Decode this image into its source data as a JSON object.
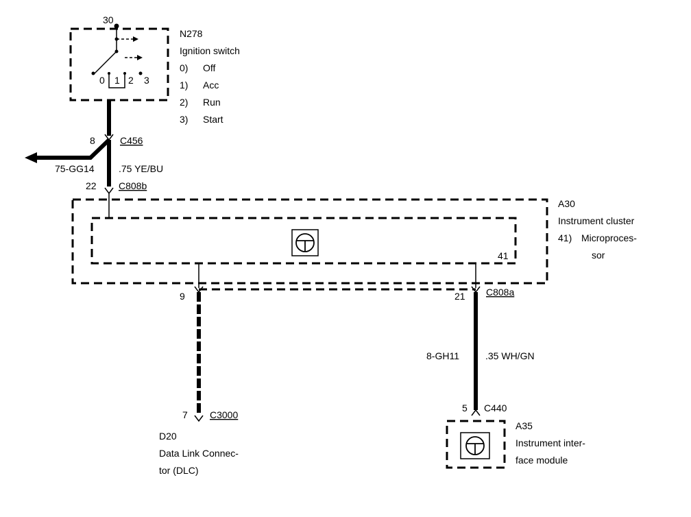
{
  "ignition_switch": {
    "pin": "30",
    "ref": "N278",
    "name": "Ignition switch",
    "positions": [
      "0",
      "1",
      "2",
      "3"
    ],
    "modes": [
      {
        "num": "0)",
        "label": "Off"
      },
      {
        "num": "1)",
        "label": "Acc"
      },
      {
        "num": "2)",
        "label": "Run"
      },
      {
        "num": "3)",
        "label": "Start"
      }
    ]
  },
  "c456": {
    "pin": "8",
    "label": "C456"
  },
  "branch_wire": {
    "code": "75-GG14",
    "spec": ".75 YE/BU"
  },
  "c808b": {
    "pin": "22",
    "label": "C808b"
  },
  "instrument_cluster": {
    "ref": "A30",
    "name": "Instrument cluster",
    "sub_num": "41)",
    "sub_name_1": "Microproces-",
    "sub_name_2": "sor",
    "pin_label": "41"
  },
  "c808a": {
    "left_pin": "9",
    "right_pin": "21",
    "label": "C808a"
  },
  "right_wire": {
    "code": "8-GH11",
    "spec": ".35 WH/GN"
  },
  "c440": {
    "pin": "5",
    "label": "C440"
  },
  "c3000": {
    "pin": "7",
    "label": "C3000"
  },
  "dlc": {
    "ref": "D20",
    "line1": "Data Link Connec-",
    "line2": "tor (DLC)"
  },
  "interface_module": {
    "ref": "A35",
    "line1": "Instrument inter-",
    "line2": "face module"
  }
}
